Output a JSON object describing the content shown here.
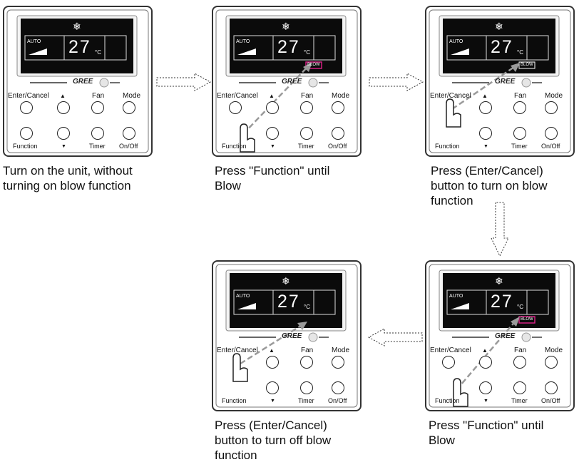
{
  "panel": {
    "brand": "GREE",
    "auto_label": "AUTO",
    "temperature": "27",
    "unit": "°C",
    "blow_tag": "BLOW",
    "snowflake": "snowflake-icon",
    "buttons": {
      "enter_cancel": "Enter/Cancel",
      "up": "▲",
      "fan": "Fan",
      "mode": "Mode",
      "function": "Function",
      "down": "▼",
      "timer": "Timer",
      "onoff": "On/Off"
    }
  },
  "steps": [
    {
      "caption": "Turn on the unit, without\nturning on blow function"
    },
    {
      "caption": "Press \"Function\" until\nBlow"
    },
    {
      "caption": "Press (Enter/Cancel)\nbutton to turn on blow\nfunction"
    },
    {
      "caption": "Press \"Function\" until\nBlow"
    },
    {
      "caption": "Press (Enter/Cancel)\nbutton to turn off blow\nfunction"
    }
  ],
  "colors": {
    "lcd": "#0b0b0b",
    "blow_highlight": "#e0218a",
    "gesture_arrow": "#9a9a9a"
  }
}
